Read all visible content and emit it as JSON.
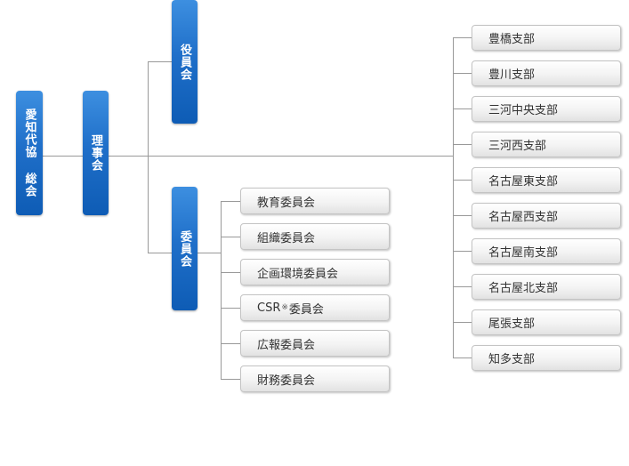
{
  "colors": {
    "primary_blue": "#1f6fc9",
    "line": "#999999",
    "box_text": "#333333"
  },
  "org": {
    "general_assembly": "愛知代協 総会",
    "board": "理事会",
    "officers": "役員会",
    "committees": "委員会",
    "committee_list": [
      "教育委員会",
      "組織委員会",
      "企画環境委員会",
      "CSR",
      "広報委員会",
      "財務委員会"
    ],
    "csr_mark": "※",
    "csr_suffix": "委員会",
    "branches": [
      "豊橋支部",
      "豊川支部",
      "三河中央支部",
      "三河西支部",
      "名古屋東支部",
      "名古屋西支部",
      "名古屋南支部",
      "名古屋北支部",
      "尾張支部",
      "知多支部"
    ]
  }
}
